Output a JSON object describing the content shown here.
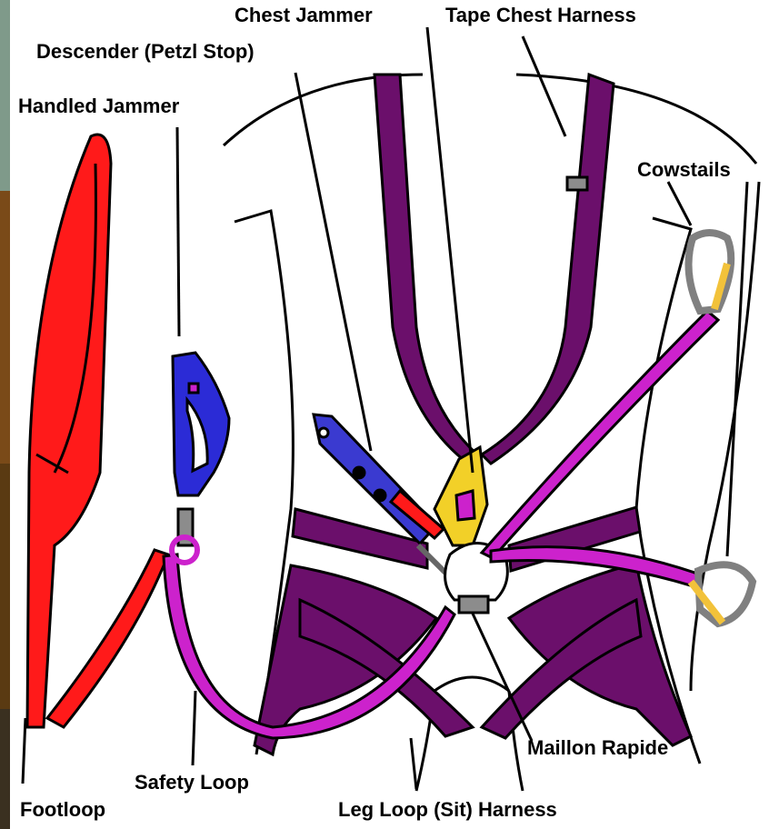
{
  "labels": {
    "chest_jammer": "Chest Jammer",
    "tape_chest_harness": "Tape Chest Harness",
    "descender": "Descender (Petzl Stop)",
    "handled_jammer": "Handled Jammer",
    "cowstails": "Cowstails",
    "maillon_rapide": "Maillon Rapide",
    "safety_loop": "Safety Loop",
    "footloop": "Footloop",
    "leg_loop_harness": "Leg Loop (Sit) Harness"
  },
  "colors": {
    "harness": "#6b0f6b",
    "cowstail": "#cc22cc",
    "footloop": "#ff1a1a",
    "handled_jammer": "#2b2bd6",
    "descender": "#3a3ad0",
    "chest_jammer": "#f2d028",
    "maillon": "#8c8c8c",
    "carabiner": "#808080",
    "carabiner_gate": "#f2c23a"
  }
}
